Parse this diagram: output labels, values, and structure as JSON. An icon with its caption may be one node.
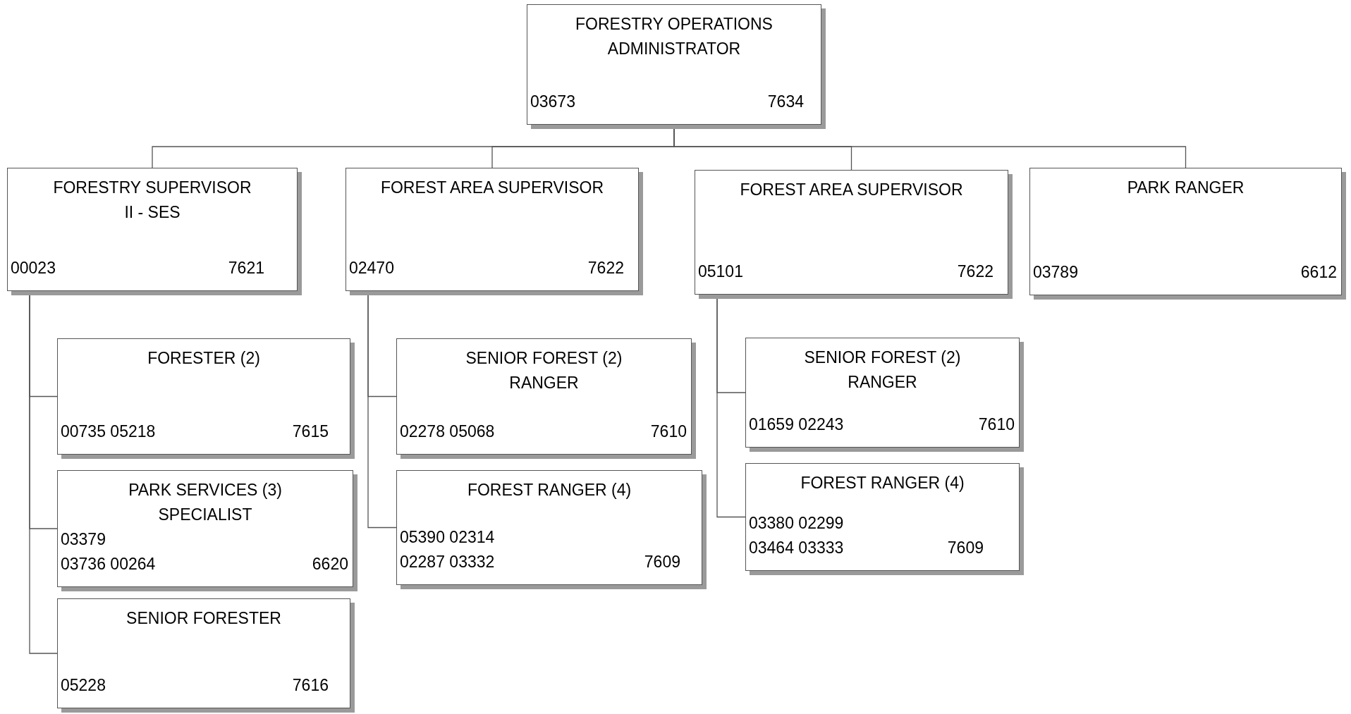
{
  "diagram": {
    "nodes": [
      {
        "text": [
          "FORESTRY OPERATIONS ADMINISTRATOR",
          "03673",
          "7634"
        ]
      },
      {
        "text": [
          "FORESTRY SUPERVISOR II - SES",
          "00023",
          "7621"
        ]
      },
      {
        "text": [
          "FOREST AREA SUPERVISOR",
          "02470",
          "7622"
        ]
      },
      {
        "text": [
          "FOREST AREA SUPERVISOR",
          "05101",
          "7622"
        ]
      },
      {
        "text": [
          "PARK RANGER",
          "03789",
          "6612"
        ]
      },
      {
        "text": [
          "FORESTER (2)",
          "00735 05218",
          "7615"
        ]
      },
      {
        "text": [
          "PARK SERVICES (3) SPECIALIST",
          "03379",
          "03736 00264",
          "6620"
        ]
      },
      {
        "text": [
          "SENIOR FORESTER",
          "05228",
          "7616"
        ]
      },
      {
        "text": [
          "SENIOR FOREST (2) RANGER",
          "02278 05068",
          "7610"
        ]
      },
      {
        "text": [
          "FOREST RANGER (4)",
          "05390 02314",
          "02287 03332",
          "7609"
        ]
      },
      {
        "text": [
          "SENIOR FOREST (2) RANGER",
          "01659 02243",
          "7610"
        ]
      },
      {
        "text": [
          "FOREST RANGER (4)",
          "03380 02299",
          "03464 03333",
          "7609"
        ]
      }
    ],
    "edges": [
      {
        "from": 0,
        "to": 1,
        "arrow": "none"
      },
      {
        "from": 0,
        "to": 2,
        "arrow": "none"
      },
      {
        "from": 0,
        "to": 3,
        "arrow": "none"
      },
      {
        "from": 0,
        "to": 4,
        "arrow": "none"
      },
      {
        "from": 1,
        "to": 5,
        "arrow": "none"
      },
      {
        "from": 1,
        "to": 6,
        "arrow": "none"
      },
      {
        "from": 1,
        "to": 7,
        "arrow": "none"
      },
      {
        "from": 2,
        "to": 8,
        "arrow": "none"
      },
      {
        "from": 2,
        "to": 9,
        "arrow": "none"
      },
      {
        "from": 3,
        "to": 10,
        "arrow": "none"
      },
      {
        "from": 3,
        "to": 11,
        "arrow": "none"
      }
    ]
  }
}
